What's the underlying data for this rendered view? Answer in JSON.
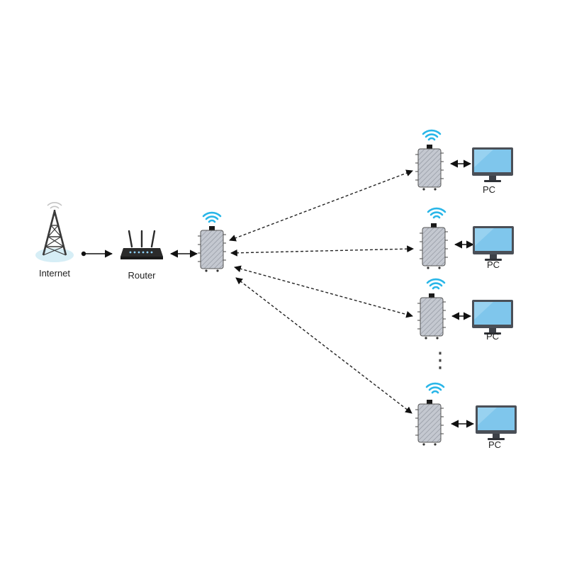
{
  "colors": {
    "wifi": "#29b6e8",
    "screen": "#7fc6ec",
    "device_body": "#b9bec8",
    "router_body": "#2b2b2b",
    "tower": "#3a3a3a",
    "tower_glow": "#d6eef6"
  },
  "icons": {
    "internet": "cell-tower-icon",
    "router": "router-icon",
    "bridge": "wireless-bridge-icon",
    "pc": "monitor-icon",
    "wifi": "wifi-signal-icon"
  },
  "nodes": {
    "internet": {
      "label": "Internet"
    },
    "router": {
      "label": "Router"
    },
    "pcs": [
      {
        "label": "PC"
      },
      {
        "label": "PC"
      },
      {
        "label": "PC"
      },
      {
        "label": "PC"
      }
    ]
  },
  "continuation": "⋮"
}
